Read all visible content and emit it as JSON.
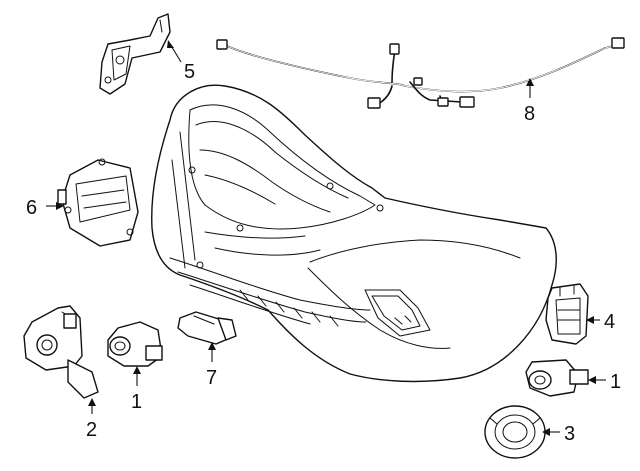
{
  "callouts": {
    "c1a": "1",
    "c1b": "1",
    "c2": "2",
    "c3": "3",
    "c4": "4",
    "c5": "5",
    "c6": "6",
    "c7": "7",
    "c8": "8"
  }
}
